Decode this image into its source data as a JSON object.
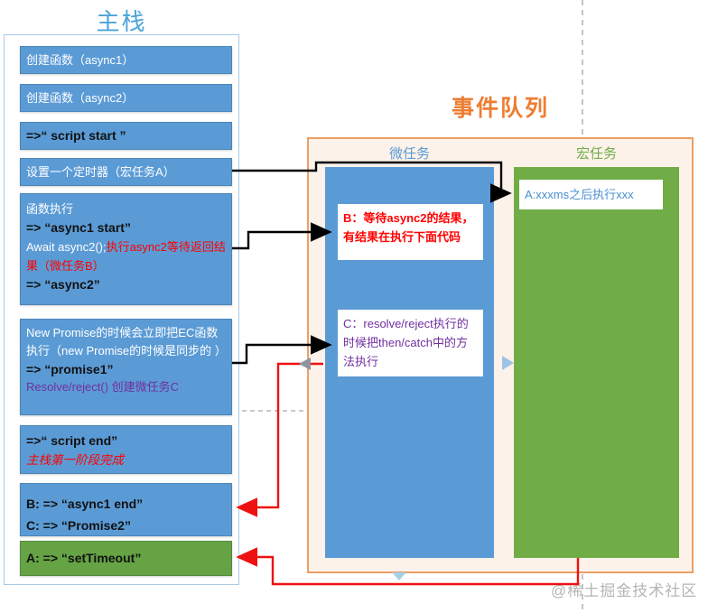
{
  "stack": {
    "title": "主栈",
    "create_async1": "创建函数（async1）",
    "create_async2": "创建函数（async2）",
    "script_start": "=>“ script start ”",
    "timer": "设置一个定时器（宏任务A）",
    "exec": {
      "line1": "函数执行",
      "line2": "=> “async1 start”",
      "line3_white": "Await async2();",
      "line3_red": "执行async2等待返回结果（微任务B）",
      "line4": "=> “async2”"
    },
    "promise": {
      "line1": "New Promise的时候会立即把EC函数执行（new Promise的时候是同步的 ）",
      "line2": "=> “promise1”",
      "line3": "Resolve/reject() 创建微任务C"
    },
    "script_end": {
      "line1": "=>“ script end”",
      "line2": "主栈第一阶段完成"
    },
    "bc_box": {
      "line1": "B: => “async1 end”",
      "line2": "C: => “Promise2”"
    },
    "a_box": "A: => “setTimeout”"
  },
  "queue": {
    "title": "事件队列",
    "micro_label": "微任务",
    "macro_label": "宏任务",
    "task_b": "B：等待async2的结果，有结果在执行下面代码",
    "task_c": "C：resolve/reject执行的时候把then/catch中的方法执行",
    "task_a": "A:xxxms之后执行xxx"
  },
  "watermark": "@稀土掘金技术社区",
  "colors": {
    "stack_blue": "#5b9bd5",
    "macro_green": "#70ad47",
    "stack_a_green": "#65a344",
    "title_blue": "#4aa4da",
    "queue_orange": "#ed7d31",
    "queue_bg": "#fdf2ea",
    "red_text": "#ff0000",
    "purple_text": "#7030a0",
    "task_a_text": "#4a8fd0",
    "watermark_gray": "#b5b5b5"
  }
}
